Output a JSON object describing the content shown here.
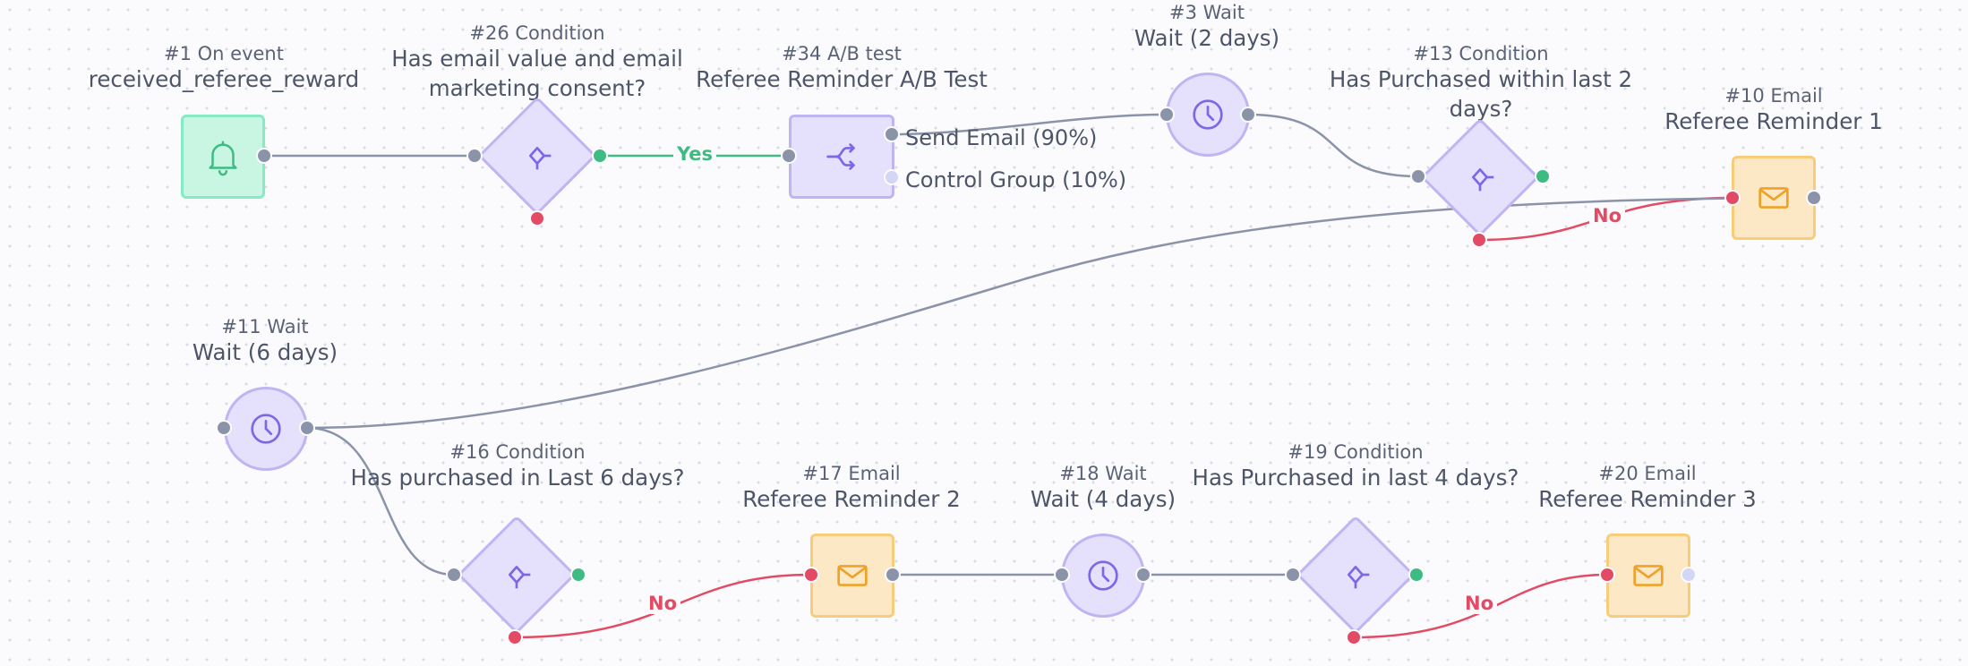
{
  "nodes": {
    "n1": {
      "id": "#1 On event",
      "title": "received_referee_reward",
      "icon": "bell-icon"
    },
    "n26": {
      "id": "#26 Condition",
      "title": "Has email value and email marketing consent?",
      "icon": "condition-icon"
    },
    "n34": {
      "id": "#34 A/B test",
      "title": "Referee Reminder A/B Test",
      "icon": "split-icon",
      "branches": [
        "Send Email (90%)",
        "Control Group (10%)"
      ]
    },
    "n3": {
      "id": "#3 Wait",
      "title": "Wait (2 days)",
      "icon": "clock-icon"
    },
    "n13": {
      "id": "#13 Condition",
      "title": "Has Purchased within last 2 days?",
      "icon": "condition-icon"
    },
    "n10": {
      "id": "#10 Email",
      "title": "Referee Reminder 1",
      "icon": "envelope-icon"
    },
    "n11": {
      "id": "#11 Wait",
      "title": "Wait (6 days)",
      "icon": "clock-icon"
    },
    "n16": {
      "id": "#16 Condition",
      "title": "Has purchased in Last 6 days?",
      "icon": "condition-icon"
    },
    "n17": {
      "id": "#17 Email",
      "title": "Referee Reminder 2",
      "icon": "envelope-icon"
    },
    "n18": {
      "id": "#18 Wait",
      "title": "Wait (4 days)",
      "icon": "clock-icon"
    },
    "n19": {
      "id": "#19 Condition",
      "title": "Has Purchased in last 4 days?",
      "icon": "condition-icon"
    },
    "n20": {
      "id": "#20 Email",
      "title": "Referee Reminder 3",
      "icon": "envelope-icon"
    }
  },
  "edge_labels": {
    "yes": "Yes",
    "no": "No"
  },
  "colors": {
    "edge_default": "#8a93a8",
    "edge_yes": "#3dbb82",
    "edge_no": "#e24b63",
    "event_fill": "#c8f6e2",
    "action_fill": "#e5e0fb",
    "email_fill": "#fde8c6"
  }
}
